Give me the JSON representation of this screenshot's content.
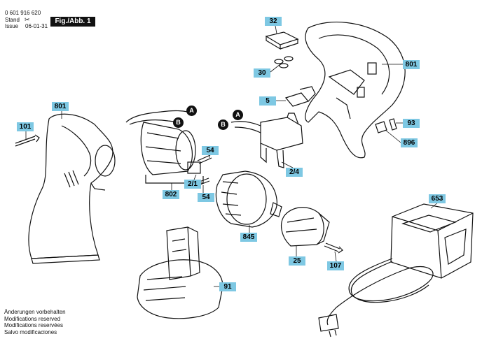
{
  "header": {
    "part_number": "0 601 916 620",
    "stand_label": "Stand",
    "issue_label": "Issue",
    "date": "06-01-31",
    "figure_label": "Fig./Abb. 1"
  },
  "labels": {
    "p32": "32",
    "p30": "30",
    "p5": "5",
    "p801_top": "801",
    "p93": "93",
    "p896": "896",
    "p24": "2/4",
    "p801_left": "801",
    "p101": "101",
    "p54_a": "54",
    "p21": "2/1",
    "p54_b": "54",
    "p802": "802",
    "p845": "845",
    "p25": "25",
    "p107": "107",
    "p653": "653",
    "p91": "91"
  },
  "connectors": {
    "a": "A",
    "b": "B"
  },
  "footer": [
    "Änderungen vorbehalten",
    "Modifications reserved",
    "Modifications reservées",
    "Salvo modificaciones"
  ],
  "colors": {
    "label_bg": "#7ec8e3",
    "ink": "#111111"
  }
}
